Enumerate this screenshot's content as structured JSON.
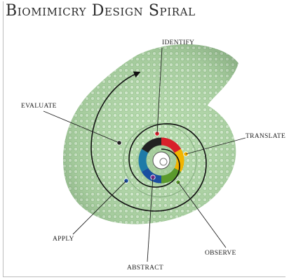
{
  "title": "Biomimicry Design Spiral",
  "labels": {
    "identify": "IDENTIFY",
    "translate": "TRANSLATE",
    "evaluate": "EVALUATE",
    "apply": "APPLY",
    "abstract": "ABSTRACT",
    "observe": "OBSERVE"
  },
  "colors": {
    "shell": "#a8cfa0",
    "shell_dark": "#6f9a6c",
    "identify": "#d8202a",
    "translate": "#f2b400",
    "observe": "#5a9a2c",
    "abstract": "#7a2a8c",
    "apply": "#1a4fa0",
    "evaluate": "#222222"
  }
}
